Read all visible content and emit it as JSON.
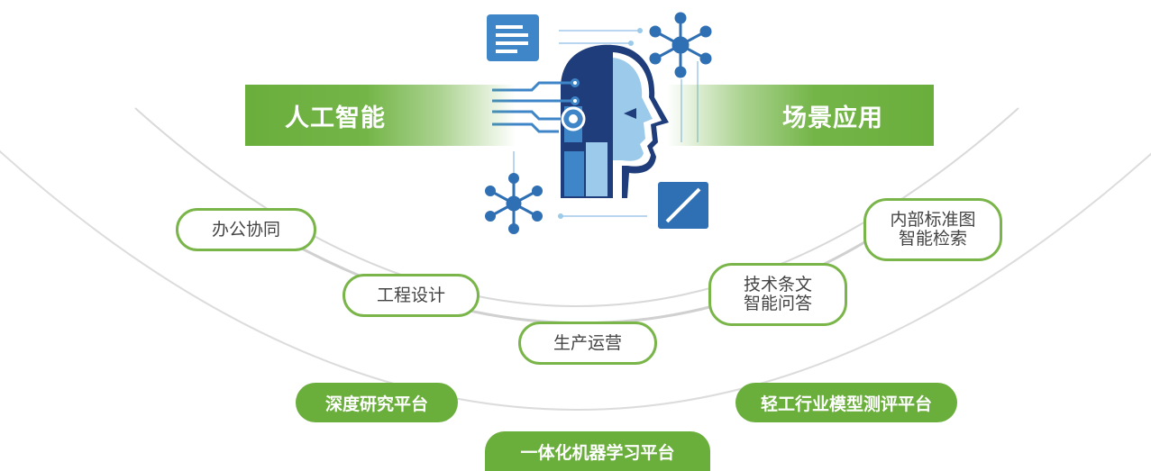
{
  "banners": {
    "left": "人工智能",
    "right": "场景应用"
  },
  "scenario_nodes": [
    {
      "id": "office",
      "lines": [
        "办公协同"
      ]
    },
    {
      "id": "engineering",
      "lines": [
        "工程设计"
      ]
    },
    {
      "id": "production",
      "lines": [
        "生产运营"
      ]
    },
    {
      "id": "qa",
      "lines": [
        "技术条文",
        "智能问答"
      ]
    },
    {
      "id": "standards",
      "lines": [
        "内部标准图",
        "智能检索"
      ]
    }
  ],
  "platforms": {
    "deep_research": "深度研究平台",
    "ml_platform": "一体化机器学习平台",
    "model_eval": "轻工行业模型测评平台"
  },
  "colors": {
    "green": "#6aae3c",
    "green_border": "#7ab54a",
    "blue_dark": "#1f3d7a",
    "blue_mid": "#3f86c8",
    "blue_light": "#9ccaeb",
    "arc_gray": "#d6d6d6"
  },
  "icons": [
    "document-icon",
    "network-node-icon",
    "network-node-icon",
    "pen-icon",
    "ai-head-icon"
  ]
}
